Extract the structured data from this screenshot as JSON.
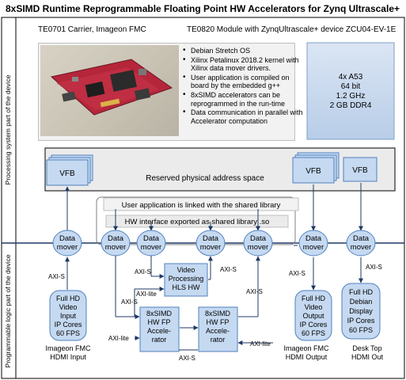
{
  "title": "8xSIMD Runtime Reprogrammable Floating Point HW Accelerators for Zynq Ultrascale+",
  "carrier_label": "TE0701 Carrier, Imageon FMC",
  "module_label": "TE0820 Module with ZynqUltrascale+ device ZCU04-EV-1E",
  "cpu_specs": [
    "4x A53",
    "64 bit",
    "1.2 GHz",
    "2 GB DDR4"
  ],
  "bullets": [
    "Debian Stretch OS",
    "Xilinx Petalinux 2018.2 kernel with Xilinx data mover drivers.",
    "User application is compiled on board by the embedded g++",
    "8xSIMD accelerators can be reprogrammed in the run-time",
    "Data communication in parallel with Accelerator computation"
  ],
  "side_label_ps": "Processing system part of the device",
  "side_label_pl": "Programmable logic part of the device",
  "reserved_space": "Reserved physical address space",
  "vfb": "VFB",
  "shared_lib": "User application is linked with the shared library",
  "hw_interface": "HW interface exported as shared library .so",
  "data_mover": [
    "Data",
    "mover"
  ],
  "axi_s": "AXI-S",
  "axi_lite": "AXI-lite",
  "video_input": [
    "Full HD",
    "Video",
    "Input",
    "IP Cores",
    "60 FPS"
  ],
  "video_output": [
    "Full HD",
    "Video",
    "Output",
    "IP Cores",
    "60 FPS"
  ],
  "debian_display": [
    "Full HD",
    "Debian",
    "Display",
    "IP Cores",
    "60 FPS"
  ],
  "video_processing": [
    "Video",
    "Processing",
    "HLS HW"
  ],
  "accelerator": [
    "8xSIMD",
    "HW FP",
    "Accele-",
    "rator"
  ],
  "hdmi_input": [
    "Imageon FMC",
    "HDMI Input"
  ],
  "hdmi_output": [
    "Imageon FMC",
    "HDMI Output"
  ],
  "hdmi_out_desktop": [
    "Desk Top",
    "HDMI Out"
  ],
  "colors": {
    "blue_fill": "#c5d9f1",
    "blue_dark": "#4f81bd",
    "gray_panel": "#ebebeb",
    "line": "#1f3864"
  }
}
